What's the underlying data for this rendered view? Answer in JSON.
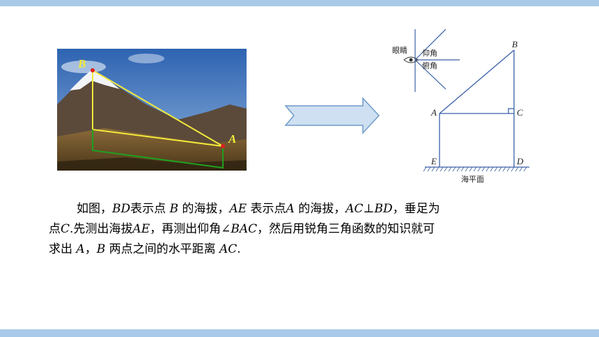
{
  "photo": {
    "label_b": "B",
    "label_a": "A",
    "colors": {
      "sky": "#3b6fb8",
      "triangle": "#f2ea3a",
      "ground_line": "#1fa01f",
      "point": "#e02020"
    }
  },
  "arrow": {
    "fill": "#cfe0f2",
    "stroke": "#6f9bc9"
  },
  "eye_inset": {
    "eye_label": "眼睛",
    "elevation_label": "仰角",
    "depression_label": "俯角"
  },
  "geometry": {
    "labels": {
      "b": "B",
      "a": "A",
      "c": "C",
      "e": "E",
      "d": "D"
    },
    "sea_level_label": "海平面",
    "line_color": "#3a5fa8"
  },
  "text": {
    "line1": {
      "s1": "如图，",
      "v1": "BD",
      "s2": "表示点 ",
      "v2": "B",
      "s3": " 的海拔，",
      "v3": "AE",
      "s4": " 表示点",
      "v4": "A",
      "s5": " 的海拔，",
      "v5": "AC",
      "s6": "⊥",
      "v6": "BD",
      "s7": "，垂足为"
    },
    "line2": {
      "s1": "点",
      "v1": "C",
      "s2": ".先测出海拔",
      "v2": "AE",
      "s3": "，再测出仰角∠",
      "v3": "BAC",
      "s4": "，然后用锐角三角函数的知识就可"
    },
    "line3": {
      "s1": "求出 ",
      "v1": "A",
      "s2": "，",
      "v2": "B",
      "s3": " 两点之间的水平距离 ",
      "v3": "AC",
      "s4": "."
    }
  }
}
